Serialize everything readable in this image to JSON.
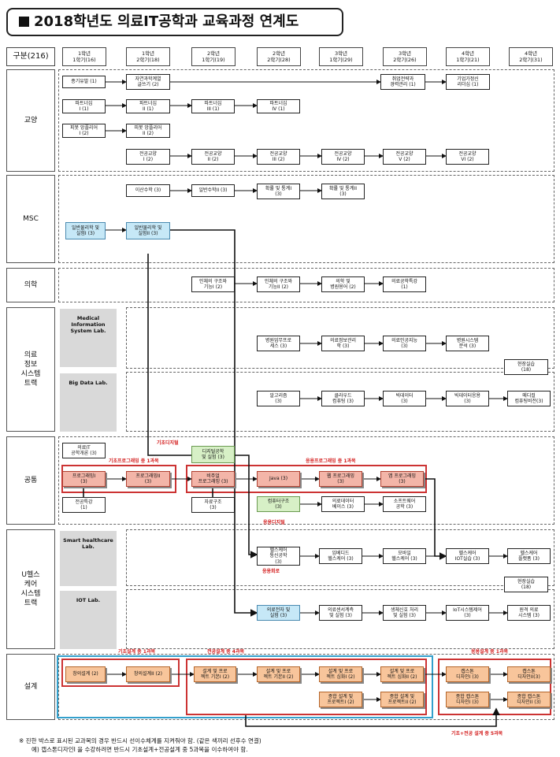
{
  "title": "2018학년도 의료IT공학과 교육과정 연계도",
  "header": {
    "category": "구분(216)",
    "semesters": [
      {
        "year": "1학년",
        "term": "1학기(16)"
      },
      {
        "year": "1학년",
        "term": "2학기(18)"
      },
      {
        "year": "2학년",
        "term": "1학기(19)"
      },
      {
        "year": "2학년",
        "term": "2학기(28)"
      },
      {
        "year": "3학년",
        "term": "1학기(29)"
      },
      {
        "year": "3학년",
        "term": "2학기(26)"
      },
      {
        "year": "4학년",
        "term": "1학기(21)"
      },
      {
        "year": "4학년",
        "term": "2학기(31)"
      }
    ]
  },
  "sections": {
    "liberal": "교양",
    "msc": "MSC",
    "medicine": "의학",
    "mis": "의료\n정보\n시스템\n트랙",
    "common": "공통",
    "uhealth": "U헬스\n케어\n시스템\n트랙",
    "design": "설계"
  },
  "labs": {
    "mis_lab": "Medical Information System Lab.",
    "bigdata": "Big Data Lab.",
    "smart": "Smart healthcare Lab.",
    "iot": "IOT Lab."
  },
  "courses": {
    "c1": "종기유발 (1)",
    "c2": "자연과학계열\n글쓰기 (2)",
    "c3": "취업전략과\n경력관리 (1)",
    "c4": "기업가정신\n리더십 (1)",
    "c5": "파트너십\nI (1)",
    "c6": "파트너십\nII (1)",
    "c7": "파트너십\nIII (1)",
    "c8": "파트너십\nIV (1)",
    "c9": "피봇 앙플리어\nI (2)",
    "c10": "피봇 앙플리어\nII (2)",
    "c11": "전공교양\nI (2)",
    "c12": "전공교양\nII (2)",
    "c13": "전공교양\nIII (2)",
    "c14": "전공교양\nIV (2)",
    "c15": "전공교양\nV (2)",
    "c16": "전공교양\nVI (2)",
    "c17": "이산수학 (3)",
    "c18": "일반수학II (3)",
    "c19": "확률 및 통계I\n(3)",
    "c20": "확률 및 통계II\n(3)",
    "c21": "일반물리학 및\n실험I (3)",
    "c22": "일반물리학 및\n실험II (3)",
    "c23": "인체의 구조와\n기능I (2)",
    "c24": "인체의 구조와\n기능II (2)",
    "c25": "의학 및\n병원용어 (2)",
    "c26": "의료공학특강\n(1)",
    "c27": "병원업무프로\n세스 (3)",
    "c28": "의료정보관리\n학 (3)",
    "c29": "의료인공지능\n(3)",
    "c30": "병원시스템\n분석 (3)",
    "c31": "현장실습\n(18)",
    "c32": "알고리즘\n(3)",
    "c33": "클라우드\n컴퓨팅 (3)",
    "c34": "빅데이터\n(3)",
    "c35": "빅데이터응용\n(3)",
    "c36": "메디컬\n컴퓨팅비전(3)",
    "c37": "의료IT\n공학개론 (3)",
    "c38": "디지털공학\n및 실험 (3)",
    "c39": "프로그래밍I\n(3)",
    "c40": "프로그래밍II\n(3)",
    "c41": "비주얼\n프로그래밍 (3)",
    "c42": "Java (3)",
    "c43": "웹 프로그래밍\n(3)",
    "c44": "앱 프로그래밍\n(3)",
    "c45": "전공특강\n(1)",
    "c46": "자료구조\n(3)",
    "c47": "컴퓨터구조\n(3)",
    "c48": "의료데이터\n베이스 (3)",
    "c49": "소프트웨어\n공학 (3)",
    "c50": "헬스케어\n통신공학\n(3)",
    "c51": "임베디드\n헬스케어 (3)",
    "c52": "모바일\n헬스케어 (3)",
    "c53": "헬스케어\nIOT실습 (3)",
    "c54": "헬스케어\n플랫폼 (3)",
    "c55": "현장실습\n(18)",
    "c56": "의료전자 및\n실험 (3)",
    "c57": "의료센서계측\n및 실험 (3)",
    "c58": "생체신호 처리\n및 실험 (3)",
    "c59": "IoT시스템제어\n(3)",
    "c60": "원격 의료\n시스템 (3)",
    "c61": "창의설계 (2)",
    "c62": "창의설계II (2)",
    "c63": "설계 및 프로\n젝트 기본I (2)",
    "c64": "설계 및 프로\n젝트 기본II (2)",
    "c65": "설계 및 프로\n젝트 심화I (2)",
    "c66": "설계 및 프로\n젝트 심화II (2)",
    "c67": "종합 설계 및\n프로젝트I (2)",
    "c68": "종합 설계 및\n프로젝트II (2)",
    "c69": "캡스톤\n디자인I (3)",
    "c70": "캡스톤\n디자인II(3)",
    "c71": "종합 캡스톤\n디자인I (3)",
    "c72": "종합 캡스톤\n디자인II (3)"
  },
  "red_labels": {
    "l1": "기초디지털",
    "l2": "기초프로그래밍 중 1과목",
    "l3": "응용프로그래밍 중 1과목",
    "l4": "응용디지털",
    "l5": "응용회로",
    "l6": "기초설계 중 1과목",
    "l7": "전공설계 중 4과목",
    "l8": "응용설계 중 1과목",
    "l9": "기초+전공 설계 중 5과목"
  },
  "notes": {
    "n1": "※ 진한 박스로 표시된 교과목의 경우 반드시 선이수체계를 지켜줘야 함. (같은 색끼리 선후수 연결)",
    "n2": "예) 캡스톤디자인I 을 수강하려면 반드시 기초설계+전공설계 중 5과목을 이수하여야 함."
  }
}
